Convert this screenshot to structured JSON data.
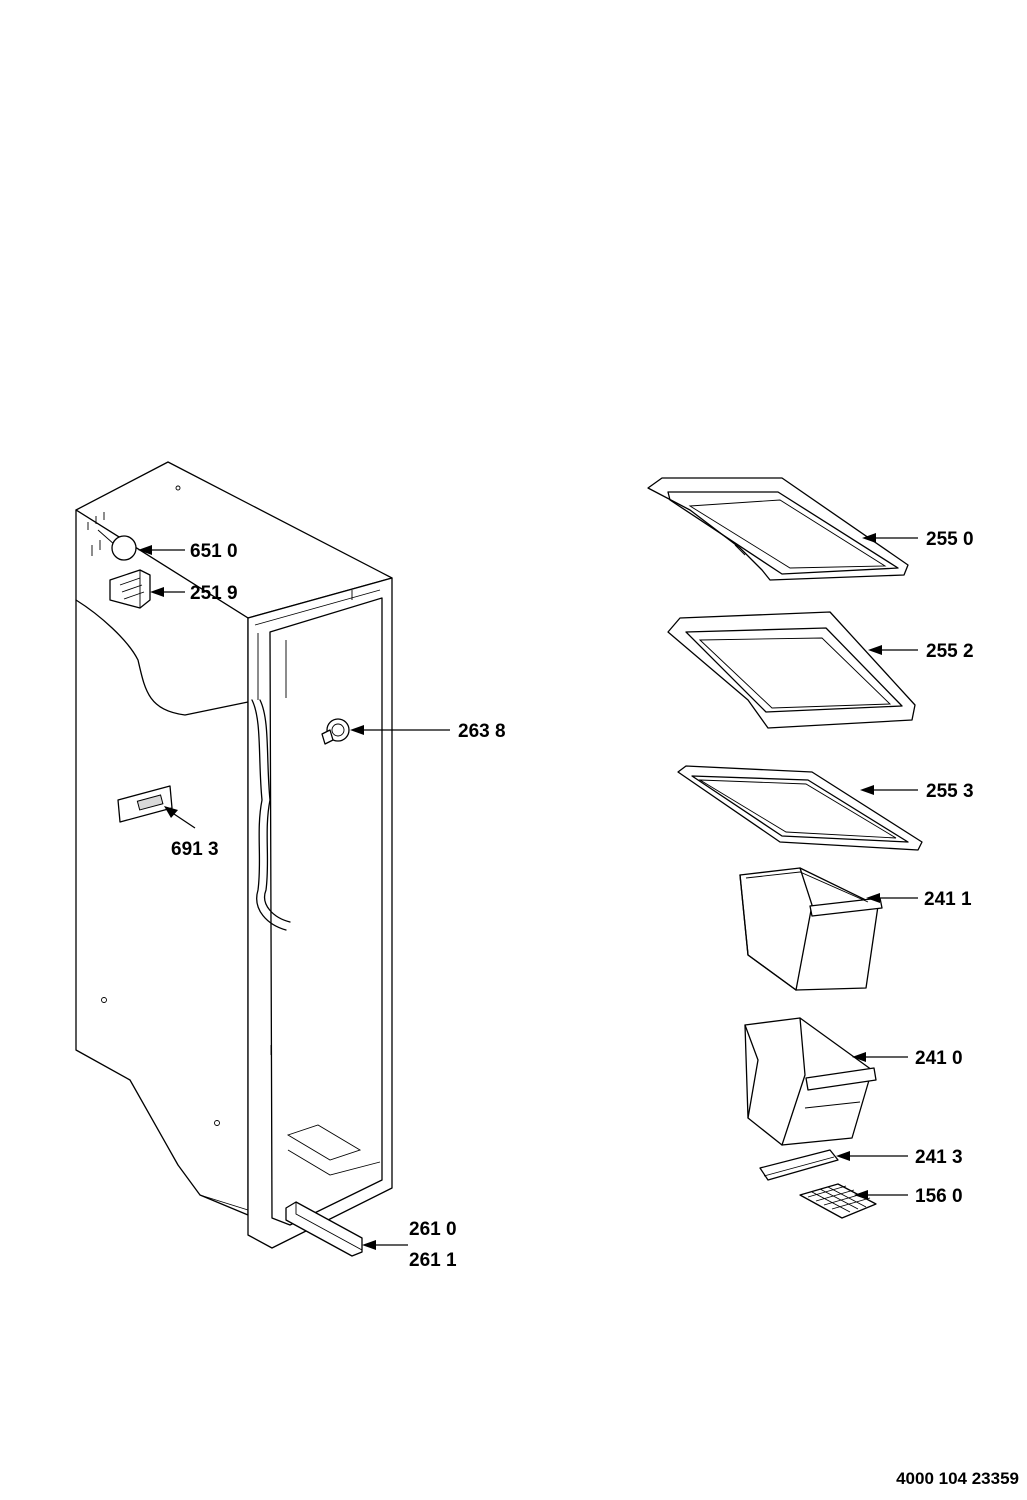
{
  "parts": [
    {
      "id": "p6510",
      "label": "651 0"
    },
    {
      "id": "p2519",
      "label": "251 9"
    },
    {
      "id": "p2638",
      "label": "263 8"
    },
    {
      "id": "p6913",
      "label": "691 3"
    },
    {
      "id": "p2610",
      "label": "261 0"
    },
    {
      "id": "p2611",
      "label": "261 1"
    },
    {
      "id": "p2550",
      "label": "255 0"
    },
    {
      "id": "p2552",
      "label": "255 2"
    },
    {
      "id": "p2553",
      "label": "255 3"
    },
    {
      "id": "p2411",
      "label": "241 1"
    },
    {
      "id": "p2410",
      "label": "241 0"
    },
    {
      "id": "p2413",
      "label": "241 3"
    },
    {
      "id": "p1560",
      "label": "156 0"
    }
  ],
  "document_number": "4000 104 23359"
}
